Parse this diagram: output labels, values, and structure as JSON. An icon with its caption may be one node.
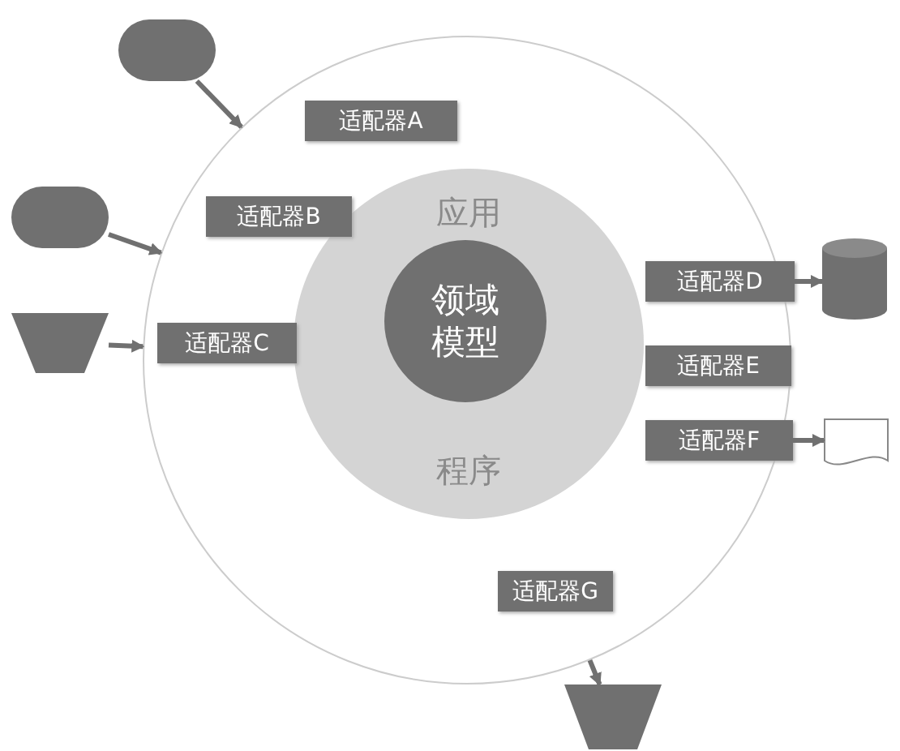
{
  "diagram": {
    "nodes": [
      {
        "text": [],
        "shape": "circle"
      },
      {
        "text": [
          "应用",
          "程序"
        ],
        "in": 0
      },
      {
        "text": [
          "领域模型"
        ],
        "in": 1
      },
      {
        "text": [
          "适配器A"
        ],
        "in": 0
      },
      {
        "text": [
          "适配器B"
        ],
        "in": 0
      },
      {
        "text": [
          "适配器C"
        ],
        "in": 0
      },
      {
        "text": [
          "适配器D"
        ],
        "in": 0
      },
      {
        "text": [
          "适配器E"
        ],
        "in": 0
      },
      {
        "text": [
          "适配器F"
        ],
        "in": 0
      },
      {
        "text": [
          "适配器G"
        ],
        "in": 0
      },
      {
        "text": [],
        "shape": "pill"
      },
      {
        "text": [],
        "shape": "pill"
      },
      {
        "text": [],
        "shape": "trapezoid"
      },
      {
        "text": [],
        "shape": "cylinder"
      },
      {
        "text": [],
        "shape": "document"
      },
      {
        "text": [],
        "shape": "trapezoid"
      }
    ],
    "edges": [
      {
        "from": 10,
        "to": 0,
        "arrow": "to"
      },
      {
        "from": 11,
        "to": 0,
        "arrow": "to"
      },
      {
        "from": 12,
        "to": 0,
        "arrow": "to"
      },
      {
        "from": 6,
        "to": 13,
        "arrow": "to"
      },
      {
        "from": 8,
        "to": 14,
        "arrow": "to"
      },
      {
        "from": 0,
        "to": 15,
        "arrow": "to"
      }
    ]
  }
}
